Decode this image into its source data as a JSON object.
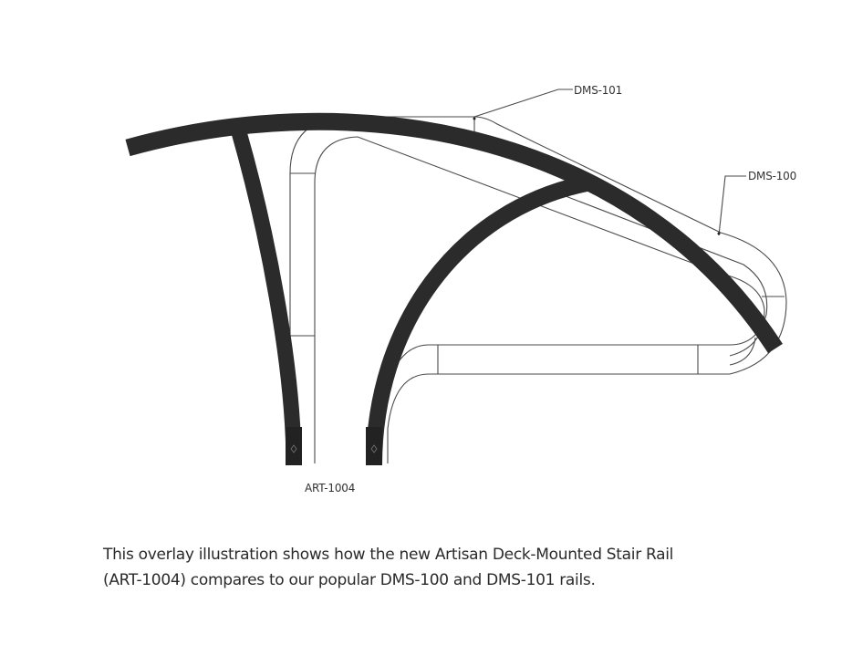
{
  "labels": {
    "dms101": "DMS-101",
    "dms100": "DMS-100",
    "art1004": "ART-1004"
  },
  "caption": {
    "line1": "This overlay illustration shows how the new Artisan Deck-Mounted Stair Rail",
    "line2": "(ART-1004) compares to our popular DMS-100 and DMS-101 rails."
  },
  "colors": {
    "rail": "#2b2b2b",
    "outline": "#4a4a4a"
  }
}
